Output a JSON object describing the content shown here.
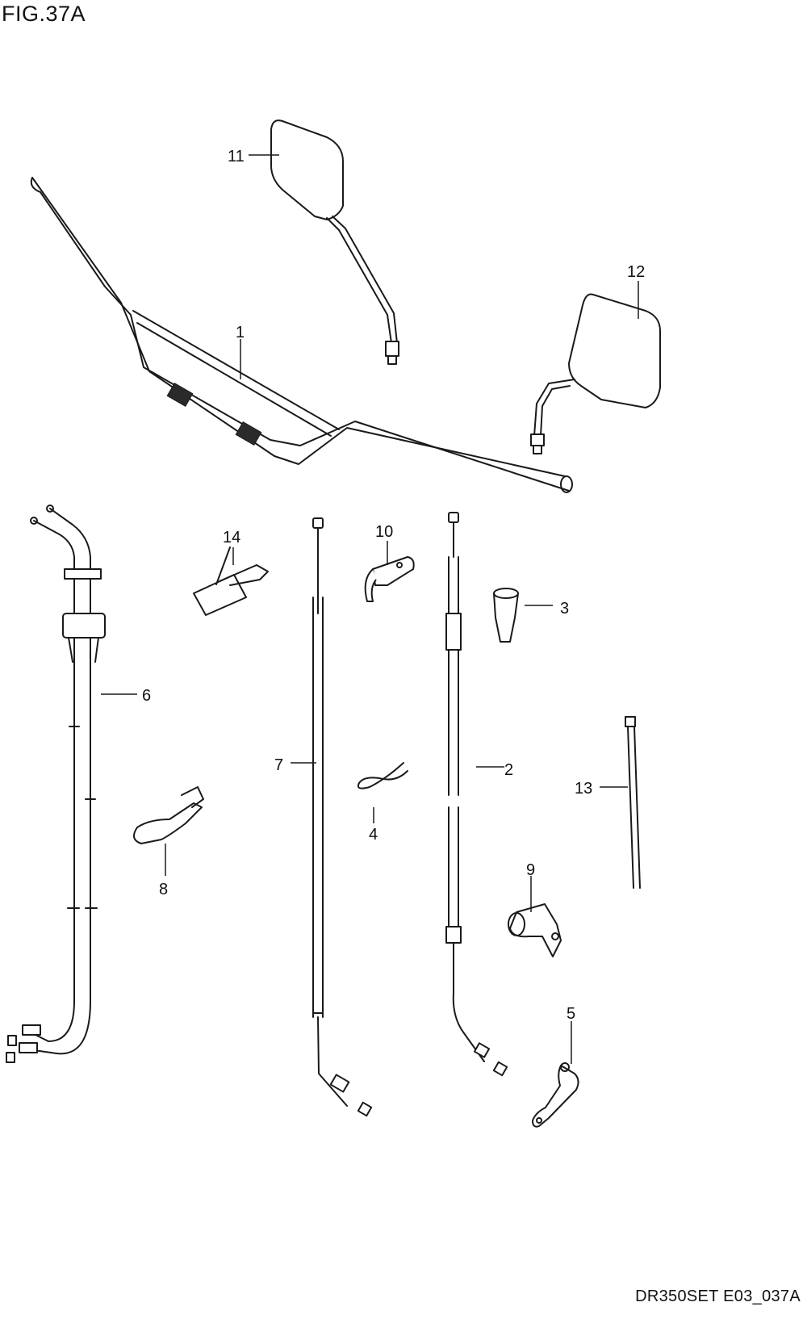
{
  "figure": {
    "title": "FIG.37A",
    "drawing_code": "DR350SET E03_037A"
  },
  "callouts": {
    "c1": "1",
    "c2": "2",
    "c3": "3",
    "c4": "4",
    "c5": "5",
    "c6": "6",
    "c7": "7",
    "c8": "8",
    "c9": "9",
    "c10": "10",
    "c11": "11",
    "c12": "12",
    "c13": "13",
    "c14": "14"
  }
}
